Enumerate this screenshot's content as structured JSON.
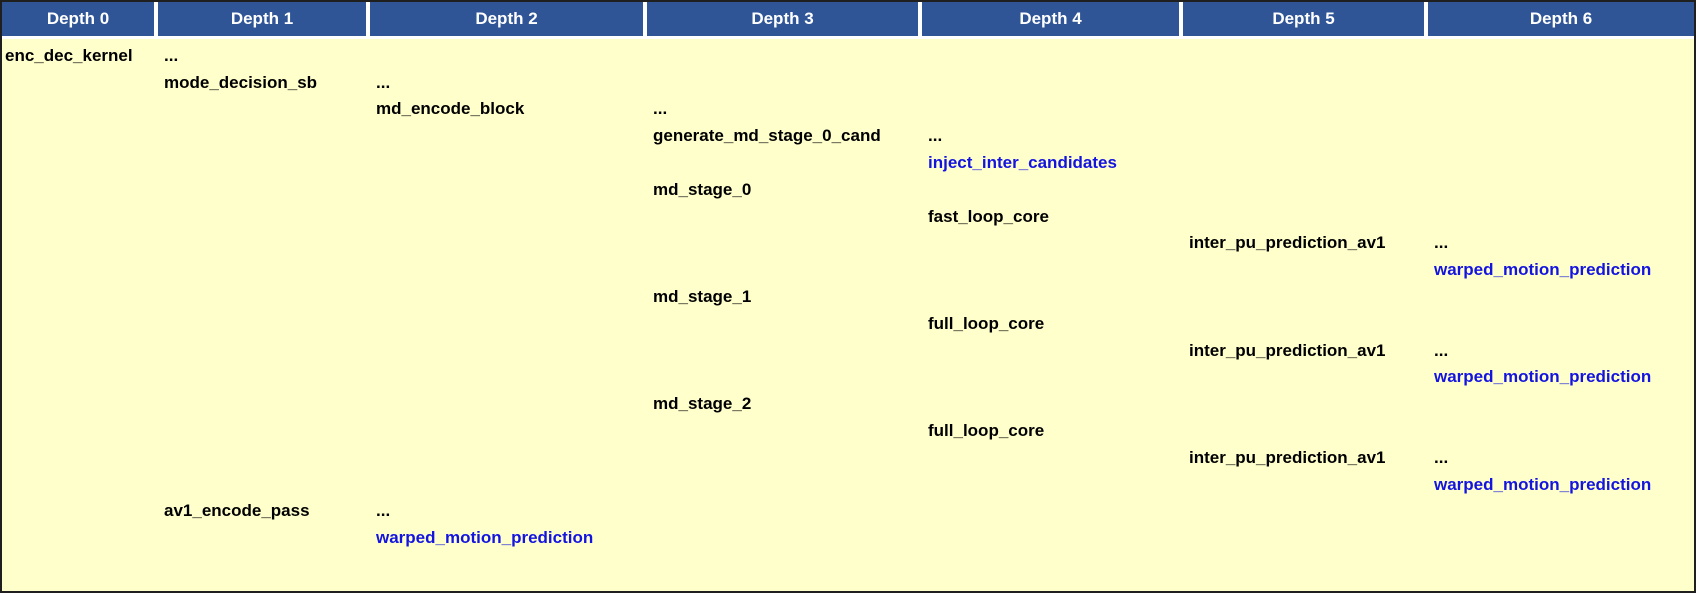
{
  "header": {
    "columns": [
      "Depth 0",
      "Depth 1",
      "Depth 2",
      "Depth 3",
      "Depth 4",
      "Depth 5",
      "Depth 6"
    ]
  },
  "table": {
    "rows": [
      {
        "cells": [
          {
            "depth": 0,
            "text": "enc_dec_kernel",
            "link": false
          },
          {
            "depth": 1,
            "text": "...",
            "link": false
          }
        ]
      },
      {
        "cells": [
          {
            "depth": 1,
            "text": "mode_decision_sb",
            "link": false
          },
          {
            "depth": 2,
            "text": "...",
            "link": false
          }
        ]
      },
      {
        "cells": [
          {
            "depth": 2,
            "text": "md_encode_block",
            "link": false
          },
          {
            "depth": 3,
            "text": "...",
            "link": false
          }
        ]
      },
      {
        "cells": [
          {
            "depth": 3,
            "text": "generate_md_stage_0_cand",
            "link": false
          },
          {
            "depth": 4,
            "text": "...",
            "link": false
          }
        ]
      },
      {
        "cells": [
          {
            "depth": 4,
            "text": "inject_inter_candidates",
            "link": true
          }
        ]
      },
      {
        "cells": [
          {
            "depth": 3,
            "text": "md_stage_0",
            "link": false
          }
        ]
      },
      {
        "cells": [
          {
            "depth": 4,
            "text": "fast_loop_core",
            "link": false
          }
        ]
      },
      {
        "cells": [
          {
            "depth": 5,
            "text": "inter_pu_prediction_av1",
            "link": false
          },
          {
            "depth": 6,
            "text": "...",
            "link": false
          }
        ]
      },
      {
        "cells": [
          {
            "depth": 6,
            "text": "warped_motion_prediction",
            "link": true
          }
        ]
      },
      {
        "cells": [
          {
            "depth": 3,
            "text": "md_stage_1",
            "link": false
          }
        ]
      },
      {
        "cells": [
          {
            "depth": 4,
            "text": "full_loop_core",
            "link": false
          }
        ]
      },
      {
        "cells": [
          {
            "depth": 5,
            "text": "inter_pu_prediction_av1",
            "link": false
          },
          {
            "depth": 6,
            "text": "...",
            "link": false
          }
        ]
      },
      {
        "cells": [
          {
            "depth": 6,
            "text": "warped_motion_prediction",
            "link": true
          }
        ]
      },
      {
        "cells": [
          {
            "depth": 3,
            "text": "md_stage_2",
            "link": false
          }
        ]
      },
      {
        "cells": [
          {
            "depth": 4,
            "text": "full_loop_core",
            "link": false
          }
        ]
      },
      {
        "cells": [
          {
            "depth": 5,
            "text": "inter_pu_prediction_av1",
            "link": false
          },
          {
            "depth": 6,
            "text": "...",
            "link": false
          }
        ]
      },
      {
        "cells": [
          {
            "depth": 6,
            "text": "warped_motion_prediction",
            "link": true
          }
        ]
      },
      {
        "cells": [
          {
            "depth": 1,
            "text": "av1_encode_pass",
            "link": false
          },
          {
            "depth": 2,
            "text": "...",
            "link": false
          }
        ]
      },
      {
        "cells": [
          {
            "depth": 2,
            "text": "warped_motion_prediction",
            "link": true
          }
        ]
      }
    ]
  },
  "colors": {
    "header_bg": "#2f5597",
    "header_text": "#ffffff",
    "body_bg": "#ffffcc",
    "text": "#000000",
    "link_text": "#1414e0",
    "border": "#1f1f1f",
    "header_gap": "#ffffff"
  }
}
